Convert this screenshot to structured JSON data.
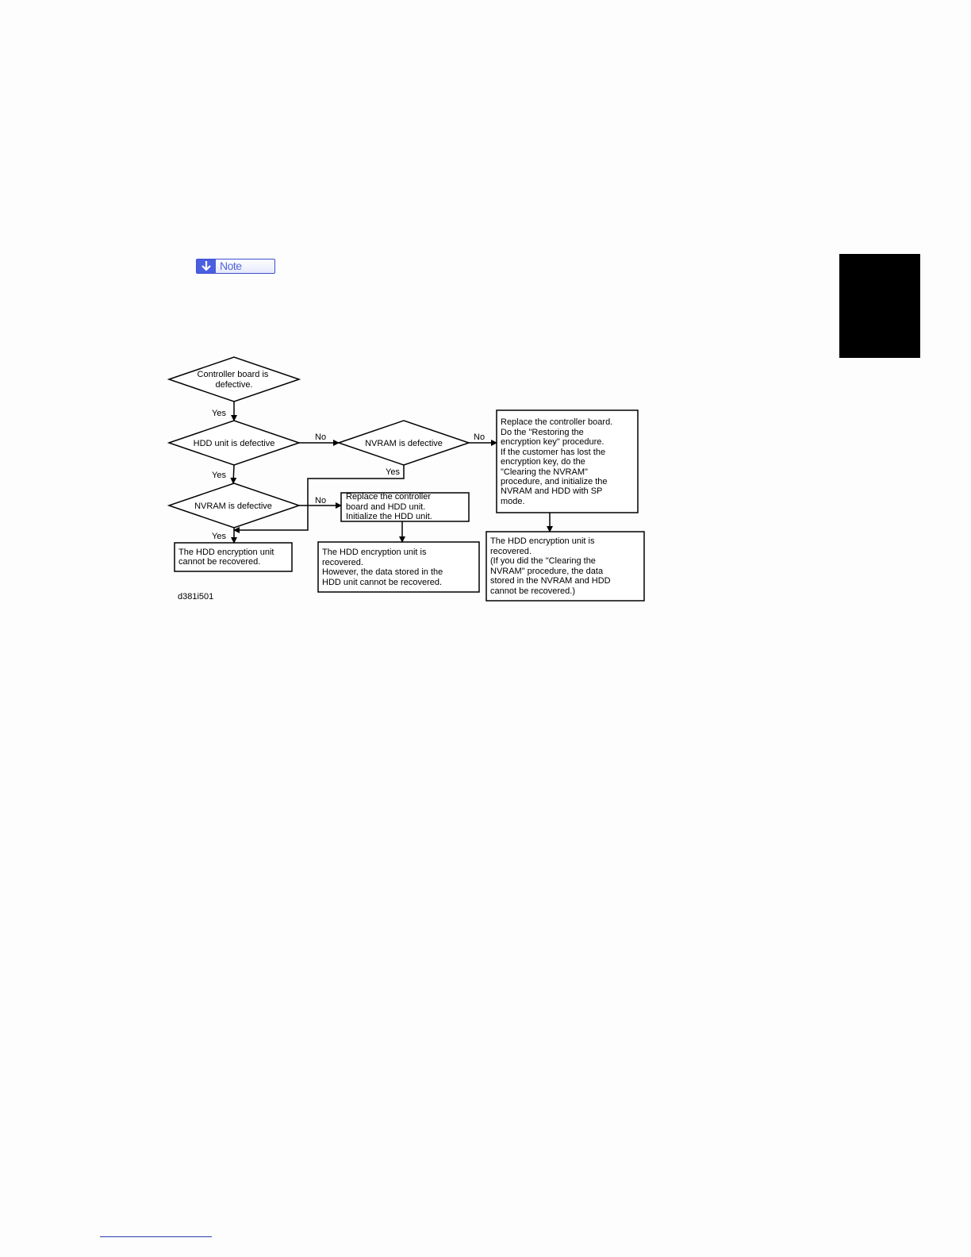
{
  "note": {
    "label": "Note",
    "icon": "down-arrow-icon"
  },
  "chapter_tab": {
    "color": "#000000"
  },
  "flowchart": {
    "decision_controller": [
      "Controller board is",
      "defective."
    ],
    "decision_hdd": "HDD unit is defective",
    "decision_nvram_top": "NVRAM is defective",
    "decision_nvram_bottom": "NVRAM is defective",
    "yes_1": "Yes",
    "yes_2": "Yes",
    "yes_3": "Yes",
    "yes_4": "Yes",
    "no_1": "No",
    "no_2": "No",
    "no_3": "No",
    "box_replace_board": [
      "Replace the controller board.",
      "Do the \"Restoring the",
      "encryption key\" procedure.",
      "If the customer has lost the",
      "encryption key, do the",
      "\"Clearing the NVRAM\"",
      "procedure, and initialize the",
      "NVRAM and HDD with SP",
      "mode."
    ],
    "box_replace_both": [
      "Replace the controller",
      "board and HDD unit.",
      "Initialize the HDD unit."
    ],
    "box_cannot_recover": [
      "The HDD encryption unit",
      "cannot be recovered."
    ],
    "box_recovered_data_lost": [
      "The HDD encryption unit is",
      "recovered.",
      "However, the data stored in the",
      "HDD unit cannot be recovered."
    ],
    "box_recovered_note": [
      "The HDD encryption unit is",
      "recovered.",
      "(If you did the \"Clearing the",
      "NVRAM\" procedure, the data",
      "stored in the NVRAM and HDD",
      "cannot be recovered.)"
    ],
    "figure_id": "d381i501"
  }
}
